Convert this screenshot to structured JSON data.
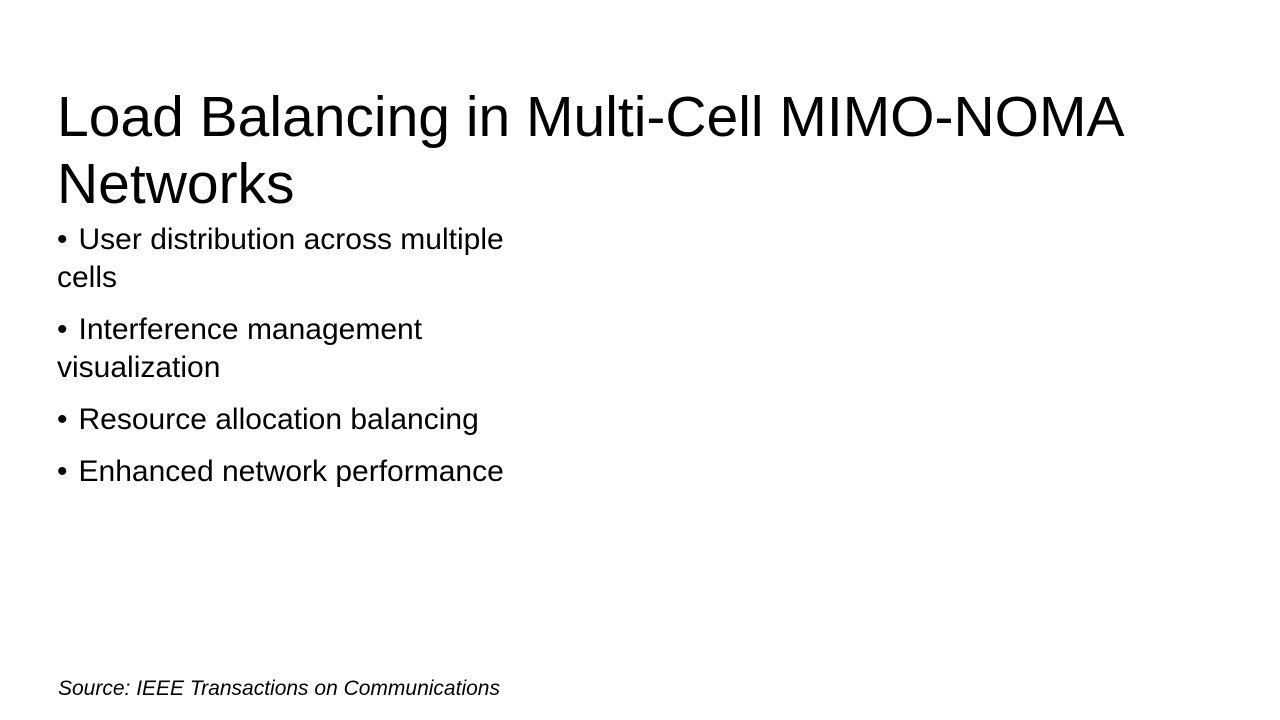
{
  "slide": {
    "title": "Load Balancing in Multi-Cell MIMO-NOMA\nNetworks",
    "bullet_glyph": "•",
    "bullets": [
      "User distribution across multiple\ncells",
      "Interference management\nvisualization",
      "Resource allocation balancing",
      "Enhanced network performance"
    ],
    "source": "Source: IEEE Transactions on Communications"
  },
  "colors": {
    "background": "#ffffff",
    "text": "#000000"
  }
}
